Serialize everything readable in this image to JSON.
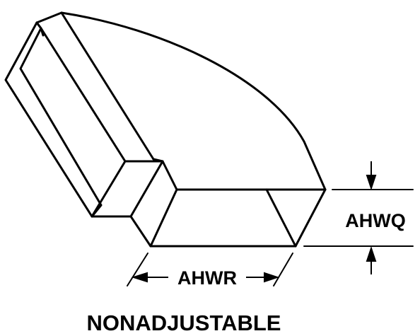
{
  "dimensions": {
    "height_label": "AHWQ",
    "length_label": "AHWR"
  },
  "caption": "NONADJUSTABLE",
  "colors": {
    "line": "#000000",
    "background": "#ffffff"
  }
}
